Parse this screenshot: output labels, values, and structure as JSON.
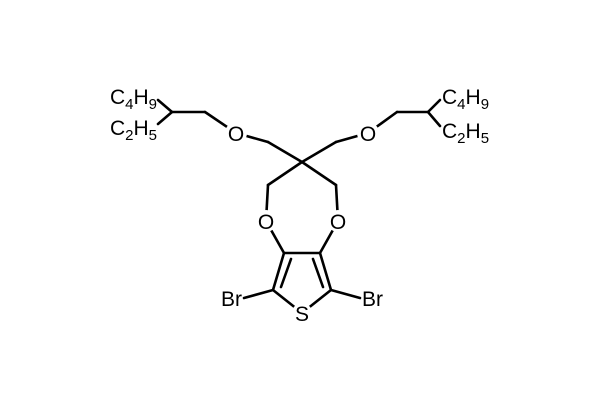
{
  "molecule": {
    "atoms": {
      "br_left": "Br",
      "br_right": "Br",
      "sulfur": "S",
      "o_ring_left": "O",
      "o_ring_right": "O",
      "o_ether_left": "O",
      "o_ether_right": "O"
    },
    "substituents": {
      "left_butyl": {
        "main": "C",
        "sub1": "4",
        "h": "H",
        "sub2": "9"
      },
      "left_ethyl": {
        "main": "C",
        "sub1": "2",
        "h": "H",
        "sub2": "5"
      },
      "right_butyl": {
        "main": "C",
        "sub1": "4",
        "h": "H",
        "sub2": "9"
      },
      "right_ethyl": {
        "main": "C",
        "sub1": "2",
        "h": "H",
        "sub2": "5"
      }
    }
  },
  "colors": {
    "ink": "#000000",
    "background": "#ffffff"
  }
}
